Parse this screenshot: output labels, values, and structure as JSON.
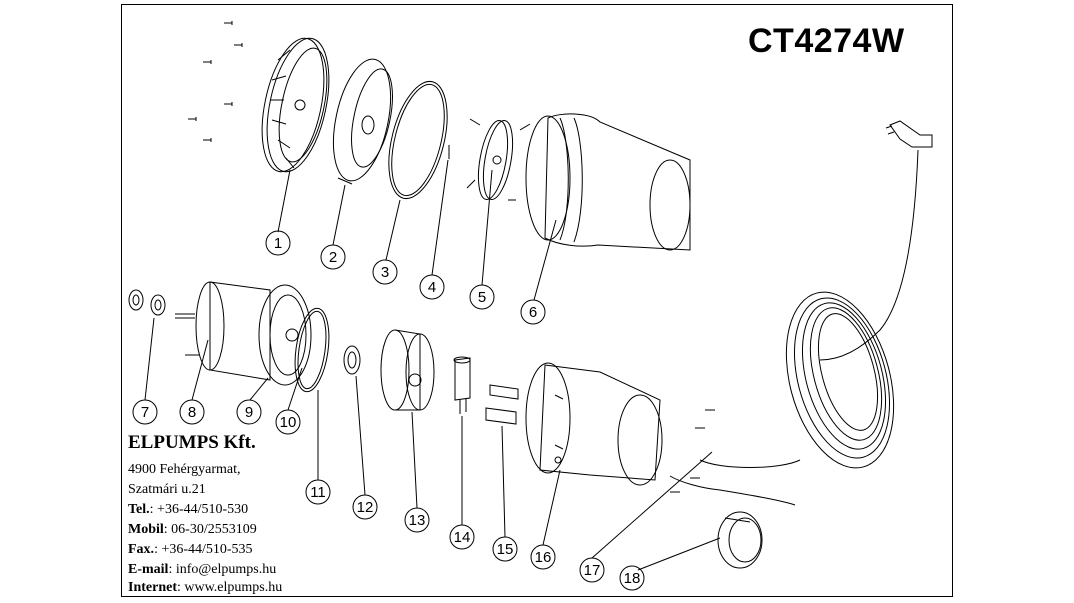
{
  "model": "CT4274W",
  "company": {
    "name": "ELPUMPS Kft.",
    "address_line1": "4900 Fehérgyarmat,",
    "address_line2": "Szatmári u.21",
    "tel_label": "Tel.",
    "tel_value": ": +36-44/510-530",
    "mobil_label": "Mobil",
    "mobil_value": ": 06-30/2553109",
    "fax_label": "Fax.",
    "fax_value": ": +36-44/510-535",
    "email_label": "E-mail",
    "email_value": ": info@elpumps.hu",
    "internet_label": "Internet",
    "internet_value": ": www.elpumps.hu"
  },
  "callouts": [
    "1",
    "2",
    "3",
    "4",
    "5",
    "6",
    "7",
    "8",
    "9",
    "10",
    "11",
    "12",
    "13",
    "14",
    "15",
    "16",
    "17",
    "18"
  ]
}
